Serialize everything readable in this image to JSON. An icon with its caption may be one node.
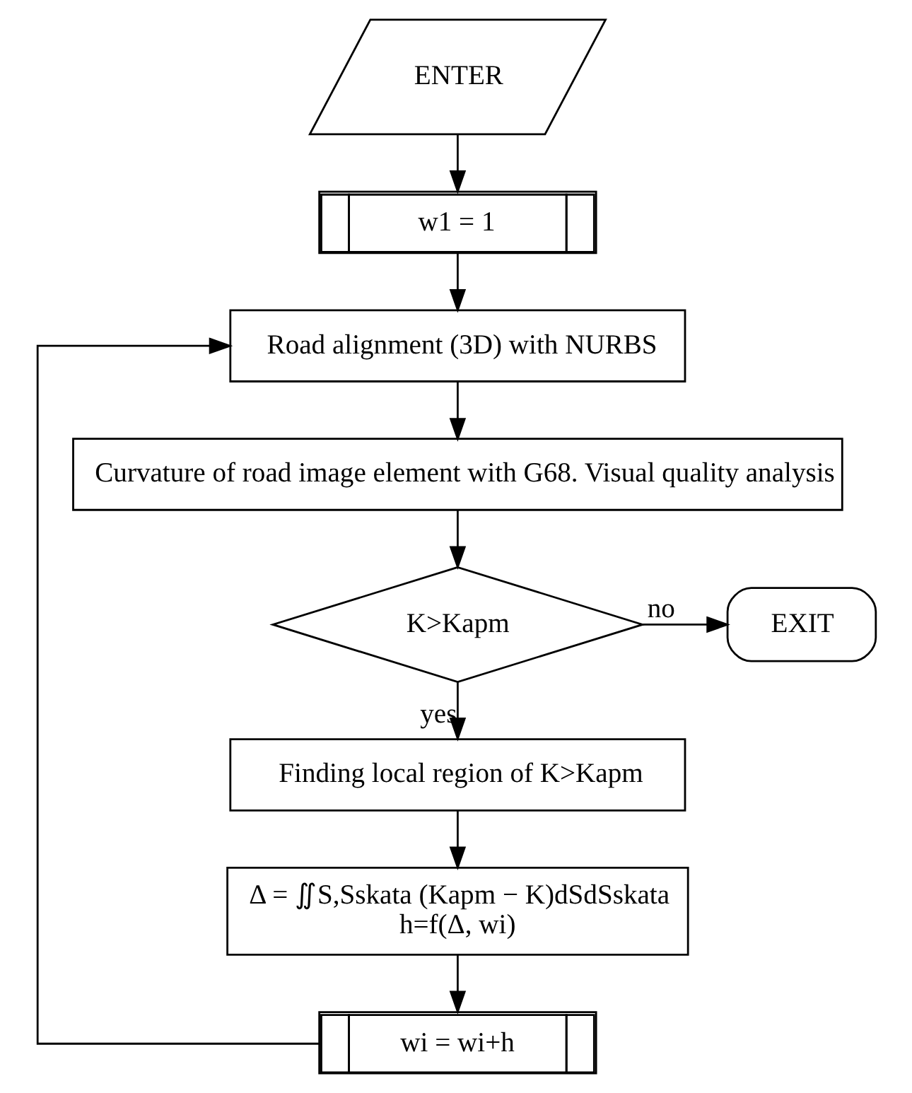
{
  "diagram": {
    "nodes": [
      {
        "text": [
          "ENTER"
        ]
      },
      {
        "text": [
          "w1 = 1"
        ]
      },
      {
        "text": [
          "Road alignment (3D) with NURBS"
        ]
      },
      {
        "text": [
          "Curvature of road image element with G68. Visual quality analysis"
        ]
      },
      {
        "text": [
          "K>Kapm"
        ]
      },
      {
        "text": [
          "EXIT"
        ]
      },
      {
        "text": [
          "Finding local region of K>Kapm"
        ]
      },
      {
        "text": [
          "Δ = ∬S,Sskata (Kapm − K)dSdSskata",
          "h=f(Δ, wi)"
        ]
      },
      {
        "text": [
          "wi = wi+h"
        ]
      }
    ],
    "edges": [
      {
        "from": 0,
        "to": 1,
        "arrow": "to"
      },
      {
        "from": 1,
        "to": 2,
        "arrow": "to"
      },
      {
        "from": 2,
        "to": 3,
        "arrow": "to"
      },
      {
        "from": 3,
        "to": 4,
        "arrow": "to"
      },
      {
        "from": 4,
        "to": 5,
        "arrow": "to",
        "label": "no"
      },
      {
        "from": 4,
        "to": 6,
        "arrow": "to",
        "label": "yes"
      },
      {
        "from": 6,
        "to": 7,
        "arrow": "to"
      },
      {
        "from": 7,
        "to": 8,
        "arrow": "to"
      },
      {
        "from": 8,
        "to": 2,
        "arrow": "to"
      }
    ]
  }
}
